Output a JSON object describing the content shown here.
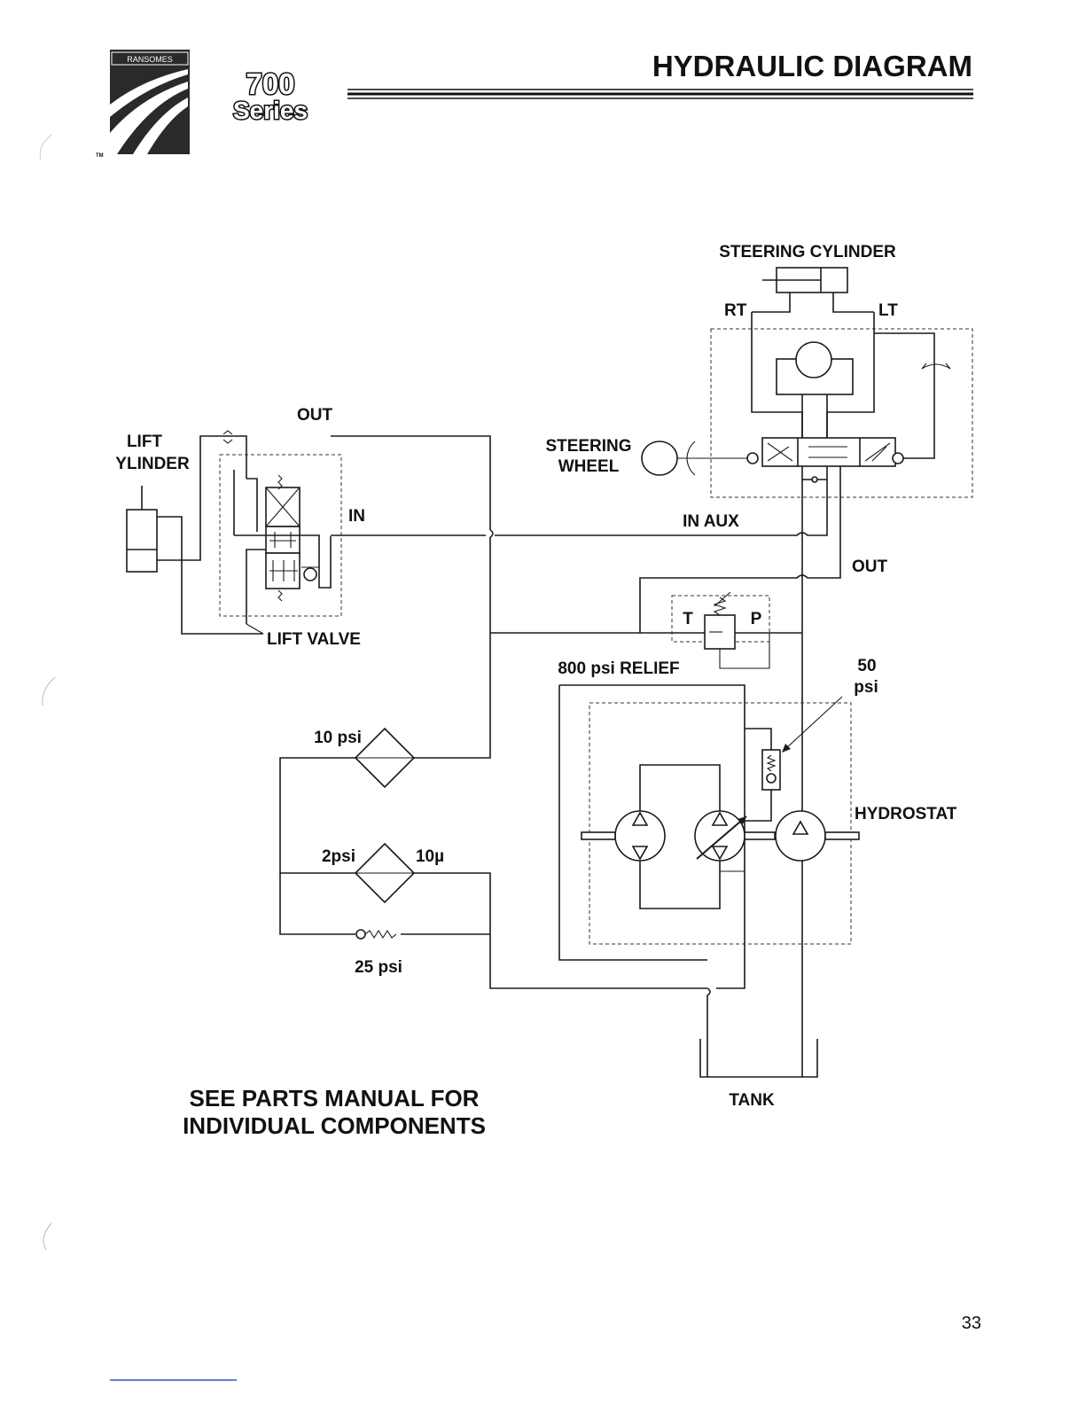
{
  "header": {
    "brand": "RANSOMES",
    "model_number": "700",
    "model_word": "Series",
    "tm": "TM",
    "title": "HYDRAULIC DIAGRAM"
  },
  "labels": {
    "steering_cylinder": "STEERING CYLINDER",
    "rt": "RT",
    "lt": "LT",
    "lift_line1": "LIFT",
    "lift_line2": "YLINDER",
    "out_top": "OUT",
    "in": "IN",
    "lift_valve": "LIFT VALVE",
    "steering_line1": "STEERING",
    "steering_line2": "WHEEL",
    "in_aux": "IN AUX",
    "out_right": "OUT",
    "t": "T",
    "p": "P",
    "relief": "800 psi RELIEF",
    "fifty": "50",
    "psi": "psi",
    "ten_psi": "10 psi",
    "two_psi": "2psi",
    "ten_micron": "10µ",
    "twenty_five_psi": "25 psi",
    "hydrostat": "HYDROSTAT",
    "tank": "TANK",
    "note_line1": "SEE PARTS MANUAL FOR",
    "note_line2": "INDIVIDUAL COMPONENTS"
  },
  "page_number": "33",
  "colors": {
    "ink": "#1a1a1a",
    "logo_bg": "#2a2a2a",
    "logo_stripe": "#ffffff",
    "footer_rule": "#5b7fd6"
  }
}
